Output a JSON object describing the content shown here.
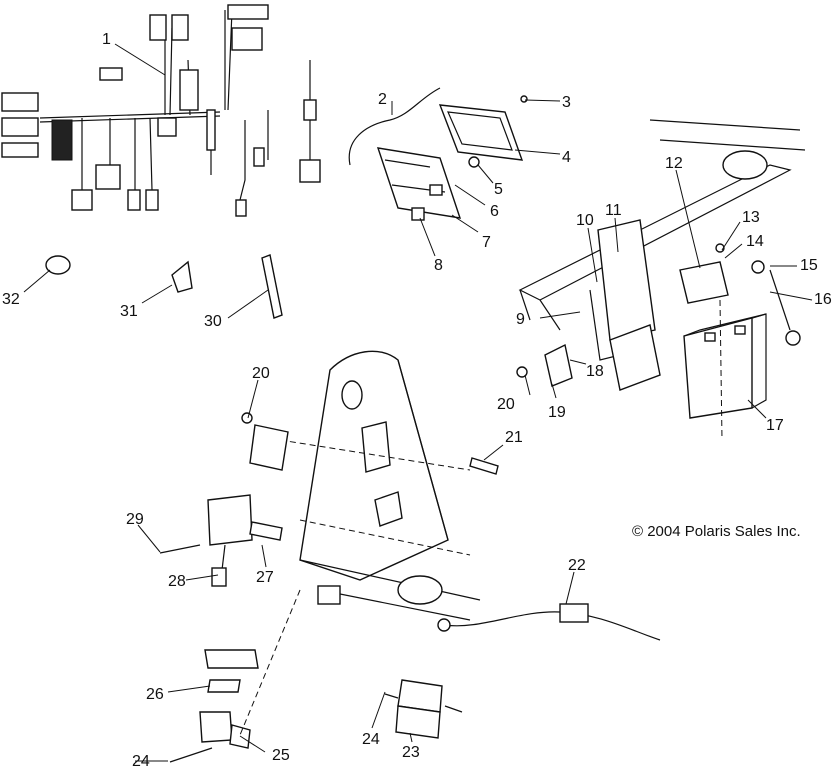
{
  "copyright": "© 2004 Polaris Sales Inc.",
  "callouts": [
    "1",
    "2",
    "3",
    "4",
    "5",
    "6",
    "7",
    "8",
    "9",
    "10",
    "11",
    "12",
    "13",
    "14",
    "15",
    "16",
    "17",
    "18",
    "19",
    "20",
    "20",
    "21",
    "22",
    "23",
    "24",
    "24",
    "25",
    "26",
    "27",
    "28",
    "29",
    "30",
    "31",
    "32"
  ]
}
